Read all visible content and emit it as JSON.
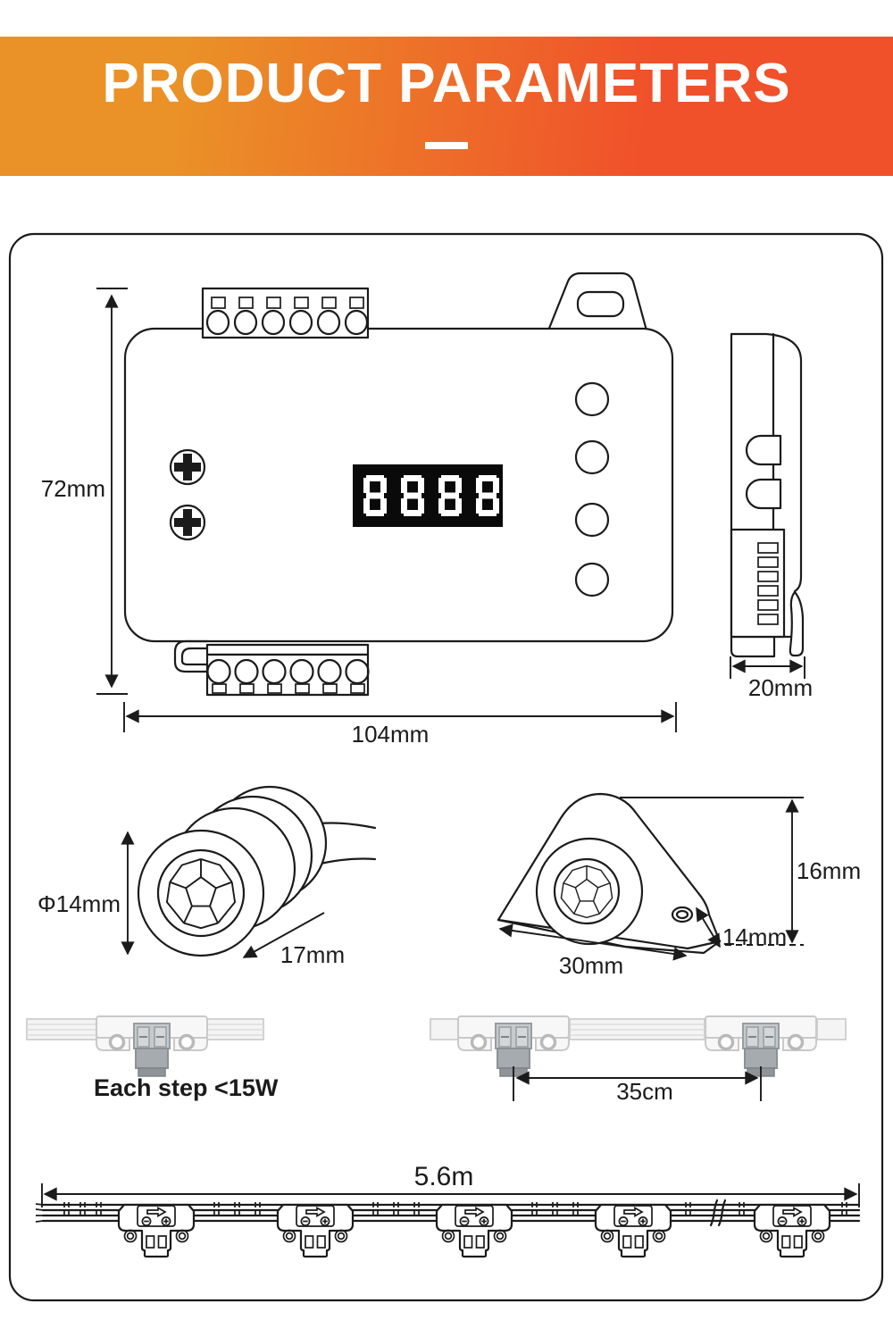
{
  "colors": {
    "banner_gradient_left": "#EA9227",
    "banner_gradient_right": "#F0512A",
    "line_art": "#1B1B1B"
  },
  "header": {
    "title": "PRODUCT PARAMETERS"
  },
  "controller": {
    "display_value": "8888",
    "front_height_label": "72mm",
    "front_width_label": "104mm",
    "side_width_label": "20mm"
  },
  "inline_sensor": {
    "diameter_label": "Φ14mm",
    "length_label": "17mm"
  },
  "bracket_sensor": {
    "width_label": "30mm",
    "height_label": "16mm",
    "depth_label": "14mm"
  },
  "connector": {
    "power_note": "Each step <15W",
    "spacing_label": "35cm"
  },
  "strip": {
    "total_length_label": "5.6m"
  }
}
